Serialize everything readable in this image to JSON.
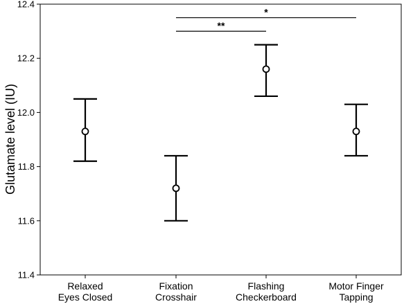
{
  "chart_data": {
    "type": "scatter",
    "subtype": "error-bar",
    "title": "",
    "xlabel": "",
    "ylabel": "Glutamate level (IU)",
    "ylim": [
      11.4,
      12.4
    ],
    "yticks": [
      "11.4",
      "11.6",
      "11.8",
      "12.0",
      "12.2",
      "12.4"
    ],
    "grid": false,
    "legend": "none",
    "categories": [
      [
        "Relaxed",
        "Eyes Closed"
      ],
      [
        "Fixation",
        "Crosshair"
      ],
      [
        "Flashing",
        "Checkerboard"
      ],
      [
        "Motor Finger",
        "Tapping"
      ]
    ],
    "means": [
      11.93,
      11.72,
      12.16,
      11.93
    ],
    "lower": [
      11.82,
      11.6,
      12.06,
      11.84
    ],
    "upper": [
      12.05,
      11.84,
      12.25,
      12.03
    ],
    "annotations": [
      {
        "from": 1,
        "to": 2,
        "label": "**",
        "y": 12.3
      },
      {
        "from": 1,
        "to": 3,
        "label": "*",
        "y": 12.35
      }
    ],
    "colors": {
      "marker_fill": "#ffffff",
      "line": "#000000"
    }
  }
}
